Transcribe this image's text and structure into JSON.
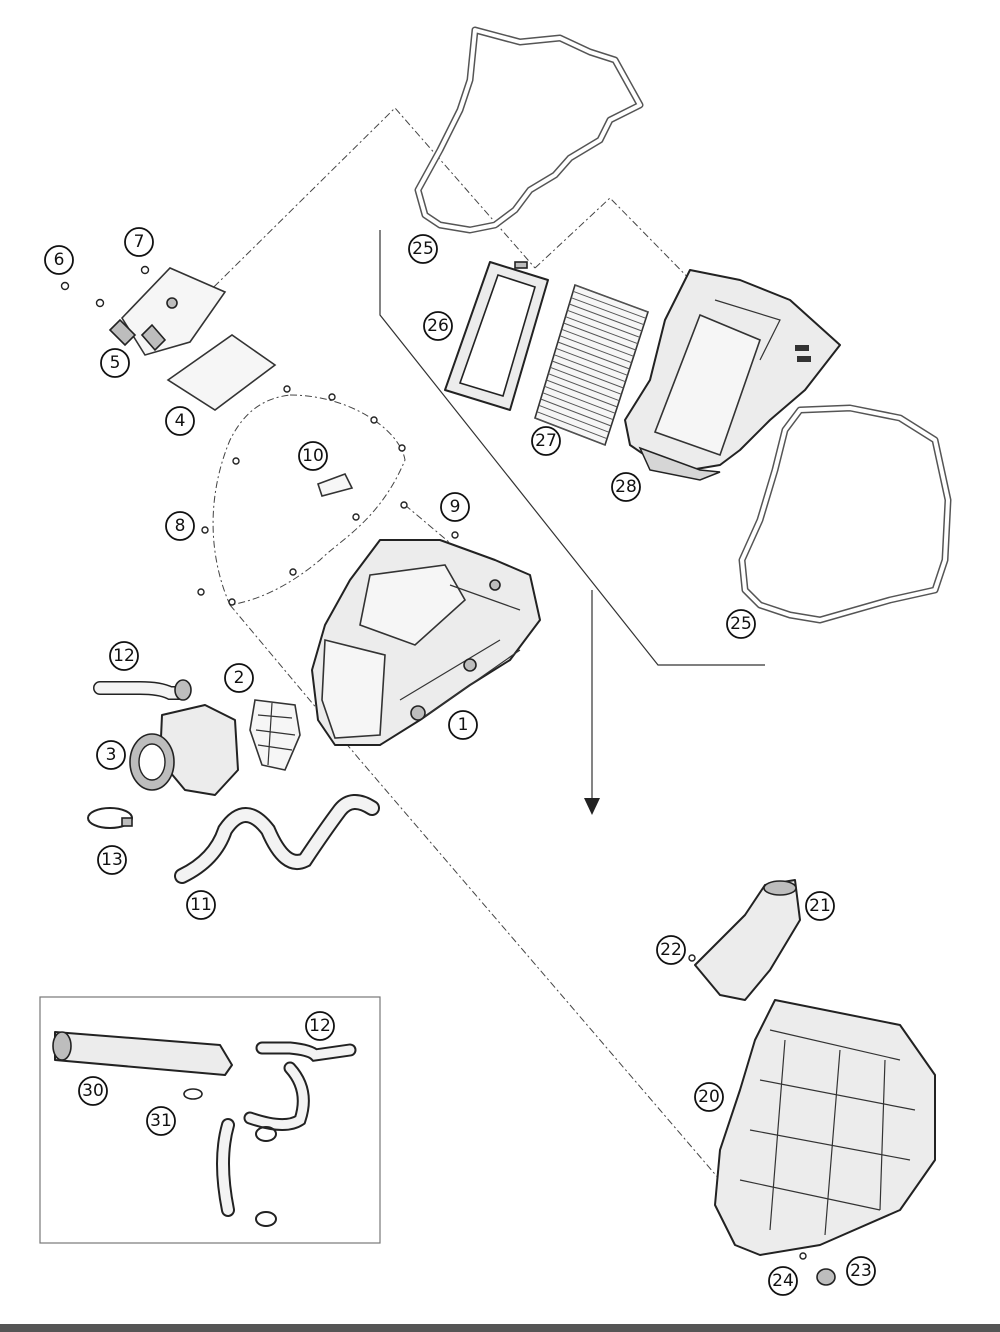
{
  "callouts": {
    "c1": "1",
    "c2": "2",
    "c3": "3",
    "c4": "4",
    "c5": "5",
    "c6": "6",
    "c7": "7",
    "c8": "8",
    "c9": "9",
    "c10": "10",
    "c11": "11",
    "c12a": "12",
    "c12b": "12",
    "c13": "13",
    "c20": "20",
    "c21": "21",
    "c22": "22",
    "c23": "23",
    "c24": "24",
    "c25a": "25",
    "c25b": "25",
    "c26": "26",
    "c27": "27",
    "c28": "28",
    "c30": "30",
    "c31": "31"
  }
}
